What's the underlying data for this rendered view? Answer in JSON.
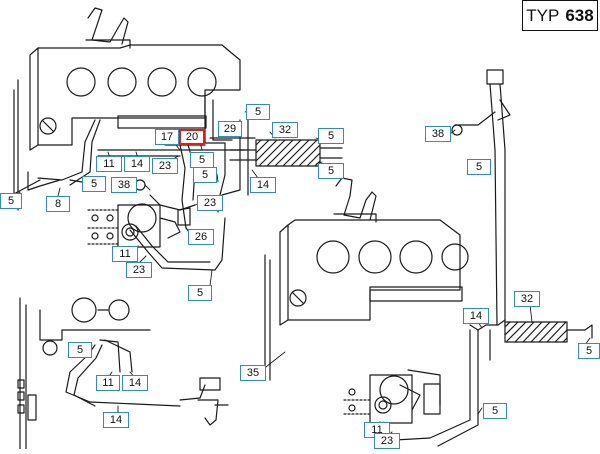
{
  "header": {
    "prefix": "TYP",
    "model": "638"
  },
  "highlight_color": "#e21b1b",
  "label_border_color": "#2a8fbd",
  "callouts": [
    {
      "id": "c-5-a",
      "text": "5",
      "highlighted": false
    },
    {
      "id": "c-32-a",
      "text": "32",
      "highlighted": false
    },
    {
      "id": "c-5-b",
      "text": "5",
      "highlighted": false
    },
    {
      "id": "c-29",
      "text": "29",
      "highlighted": false
    },
    {
      "id": "c-17",
      "text": "17",
      "highlighted": false
    },
    {
      "id": "c-20",
      "text": "20",
      "highlighted": true
    },
    {
      "id": "c-11-a",
      "text": "11",
      "highlighted": false
    },
    {
      "id": "c-14-a",
      "text": "14",
      "highlighted": false
    },
    {
      "id": "c-23-a",
      "text": "23",
      "highlighted": false
    },
    {
      "id": "c-5-c",
      "text": "5",
      "highlighted": false
    },
    {
      "id": "c-5-d",
      "text": "5",
      "highlighted": false
    },
    {
      "id": "c-14-b",
      "text": "14",
      "highlighted": false
    },
    {
      "id": "c-5-e",
      "text": "5",
      "highlighted": false
    },
    {
      "id": "c-5-f",
      "text": "5",
      "highlighted": false
    },
    {
      "id": "c-38-a",
      "text": "38",
      "highlighted": false
    },
    {
      "id": "c-5-g",
      "text": "5",
      "highlighted": false
    },
    {
      "id": "c-8",
      "text": "8",
      "highlighted": false
    },
    {
      "id": "c-23-b",
      "text": "23",
      "highlighted": false
    },
    {
      "id": "c-26",
      "text": "26",
      "highlighted": false
    },
    {
      "id": "c-11-b",
      "text": "11",
      "highlighted": false
    },
    {
      "id": "c-23-c",
      "text": "23",
      "highlighted": false
    },
    {
      "id": "c-5-h",
      "text": "5",
      "highlighted": false
    },
    {
      "id": "c-38-b",
      "text": "38",
      "highlighted": false
    },
    {
      "id": "c-5-i",
      "text": "5",
      "highlighted": false
    },
    {
      "id": "c-5-j",
      "text": "5",
      "highlighted": false
    },
    {
      "id": "c-11-c",
      "text": "11",
      "highlighted": false
    },
    {
      "id": "c-14-c",
      "text": "14",
      "highlighted": false
    },
    {
      "id": "c-14-d",
      "text": "14",
      "highlighted": false
    },
    {
      "id": "c-32-b",
      "text": "32",
      "highlighted": false
    },
    {
      "id": "c-14-e",
      "text": "14",
      "highlighted": false
    },
    {
      "id": "c-5-k",
      "text": "5",
      "highlighted": false
    },
    {
      "id": "c-35",
      "text": "35",
      "highlighted": false
    },
    {
      "id": "c-5-l",
      "text": "5",
      "highlighted": false
    },
    {
      "id": "c-11-d",
      "text": "11",
      "highlighted": false
    },
    {
      "id": "c-23-d",
      "text": "23",
      "highlighted": false
    }
  ]
}
